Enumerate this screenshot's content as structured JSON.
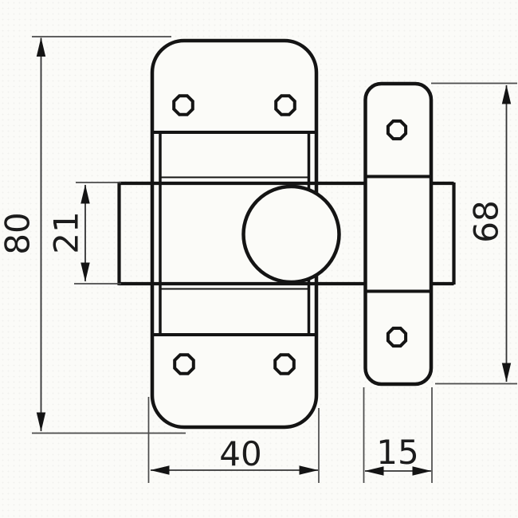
{
  "drawing": {
    "subject": "slide-bolt-latch-front-view-technical-drawing",
    "background_color": "#fbfbf8",
    "outline_color": "#141414",
    "dimension_line_color": "#333333",
    "text_color": "#1c1c1c",
    "dimensions": {
      "overall_height": "80",
      "bolt_height": "21",
      "keeper_height": "68",
      "body_width": "40",
      "keeper_width": "15"
    }
  }
}
